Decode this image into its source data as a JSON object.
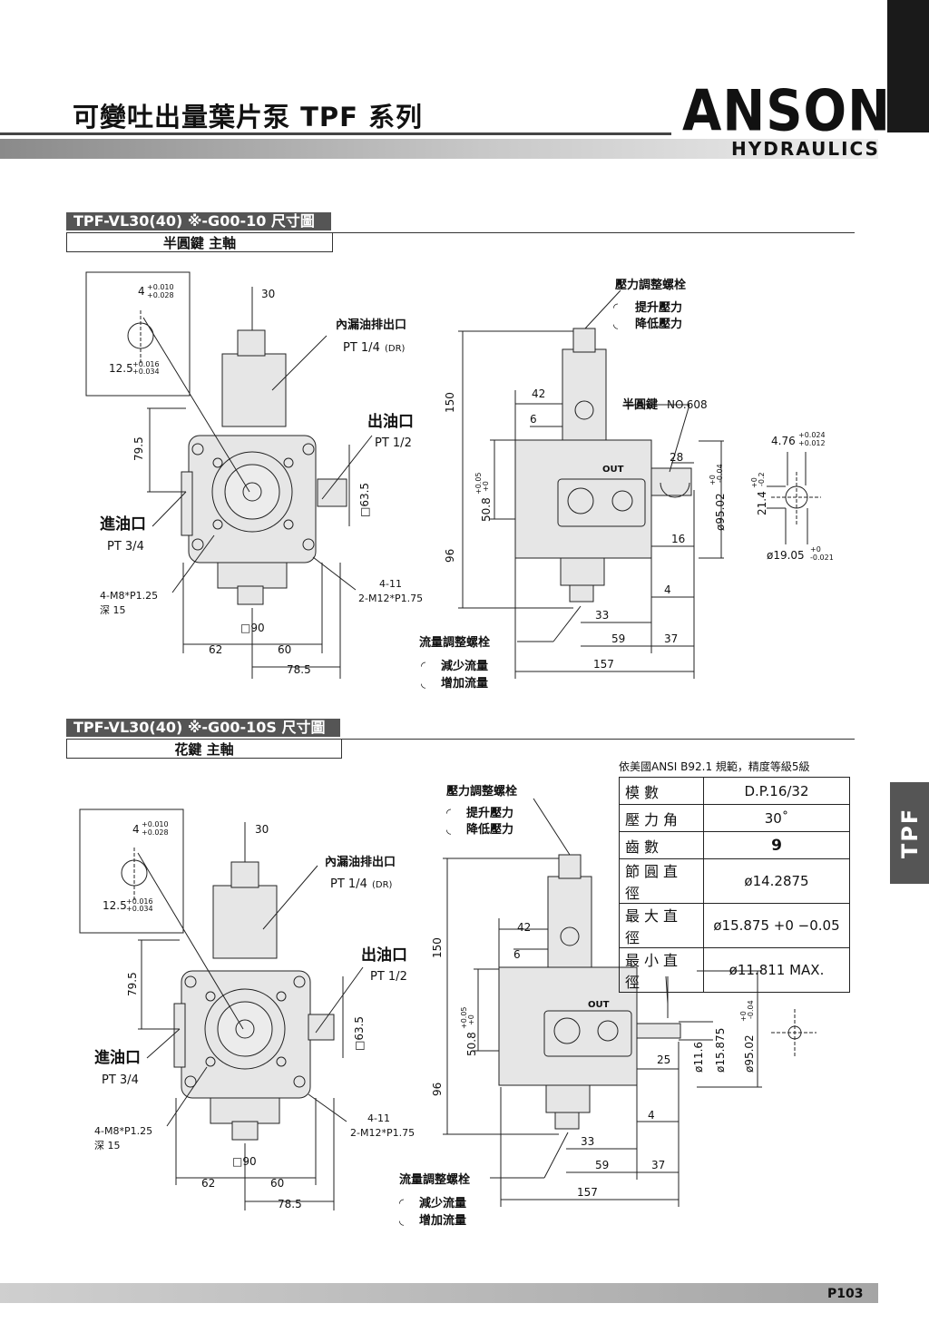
{
  "header": {
    "title": "可變吐出量葉片泵 TPF 系列",
    "brand": "ANSON",
    "brand_sub": "HYDRAULICS"
  },
  "side_tab": "TPF",
  "page_number": "P103",
  "section1": {
    "title": "TPF-VL30(40) ※-G00-10  尺寸圖",
    "subtitle": "半圓鍵  主軸",
    "key_detail": {
      "width": "4",
      "width_tol_upper": "+0.010",
      "width_tol_lower": "+0.028",
      "depth": "12.5",
      "depth_tol_upper": "+0.016",
      "depth_tol_lower": "+0.034"
    },
    "labels": {
      "drain": "內漏油排出口",
      "drain_spec": "PT 1/4",
      "drain_tag": "(DR)",
      "outlet": "出油口",
      "outlet_spec": "PT 1/2",
      "inlet": "進油口",
      "inlet_spec": "PT 3/4",
      "tap": "4-M8*P1.25",
      "tap_depth": "深 15",
      "mount": "4-11",
      "mount2": "2-M12*P1.75",
      "pressure_bolt": "壓力調整螺栓",
      "pressure_up": "提升壓力",
      "pressure_down": "降低壓力",
      "flow_bolt": "流量調整螺栓",
      "flow_down": "減少流量",
      "flow_up": "增加流量",
      "key": "半圓鍵",
      "key_no": "NO.608",
      "out": "OUT"
    },
    "dims": {
      "d30": "30",
      "d79_5": "79.5",
      "d63_5": "□63.5",
      "d90": "□90",
      "d62": "62",
      "d60": "60",
      "d78_5": "78.5",
      "d150": "150",
      "d96": "96",
      "d42": "42",
      "d6": "6",
      "d50_8": "50.8",
      "d50_8_tol_u": "+0.05",
      "d50_8_tol_l": "+0",
      "d28": "28",
      "d95_02": "ø95.02",
      "d95_02_tol_u": "+0",
      "d95_02_tol_l": "-0.04",
      "d16": "16",
      "d4": "4",
      "d33": "33",
      "d59": "59",
      "d37": "37",
      "d157": "157",
      "d4_76": "4.76",
      "d4_76_tol_u": "+0.024",
      "d4_76_tol_l": "+0.012",
      "d21_4": "21.4",
      "d21_4_tol_u": "+0",
      "d21_4_tol_l": "-0.2",
      "d19_05": "ø19.05",
      "d19_05_tol_u": "+0",
      "d19_05_tol_l": "-0.021"
    }
  },
  "section2": {
    "title": "TPF-VL30(40) ※-G00-10S  尺寸圖",
    "subtitle": "花鍵  主軸",
    "key_detail": {
      "width": "4",
      "width_tol_upper": "+0.010",
      "width_tol_lower": "+0.028",
      "depth": "12.5",
      "depth_tol_upper": "+0.016",
      "depth_tol_lower": "+0.034"
    },
    "labels": {
      "drain": "內漏油排出口",
      "drain_spec": "PT 1/4",
      "drain_tag": "(DR)",
      "outlet": "出油口",
      "outlet_spec": "PT 1/2",
      "inlet": "進油口",
      "inlet_spec": "PT 3/4",
      "tap": "4-M8*P1.25",
      "tap_depth": "深 15",
      "mount": "4-11",
      "mount2": "2-M12*P1.75",
      "pressure_bolt": "壓力調整螺栓",
      "pressure_up": "提升壓力",
      "pressure_down": "降低壓力",
      "flow_bolt": "流量調整螺栓",
      "flow_down": "減少流量",
      "flow_up": "增加流量",
      "out": "OUT"
    },
    "dims": {
      "d30": "30",
      "d79_5": "79.5",
      "d63_5": "□63.5",
      "d90": "□90",
      "d62": "62",
      "d60": "60",
      "d78_5": "78.5",
      "d150": "150",
      "d96": "96",
      "d42": "42",
      "d6": "6",
      "d50_8": "50.8",
      "d50_8_tol_u": "+0.05",
      "d50_8_tol_l": "+0",
      "d25": "25",
      "d11_6": "ø11.6",
      "d15_875": "ø15.875",
      "d95_02": "ø95.02",
      "d95_02_tol_u": "+0",
      "d95_02_tol_l": "-0.04",
      "d4": "4",
      "d33": "33",
      "d59": "59",
      "d37": "37",
      "d157": "157"
    },
    "spline_note": "依美國ANSI  B92.1 規範，精度等級5級",
    "spline_table": [
      {
        "key": "模數",
        "value": "D.P.16/32"
      },
      {
        "key": "壓力角",
        "value": "30˚"
      },
      {
        "key": "齒數",
        "value": "9"
      },
      {
        "key": "節圓直徑",
        "value": "ø14.2875"
      },
      {
        "key": "最大直徑",
        "value": "ø15.875 +0 −0.05"
      },
      {
        "key": "最小直徑",
        "value": "ø11.811 MAX."
      }
    ]
  }
}
